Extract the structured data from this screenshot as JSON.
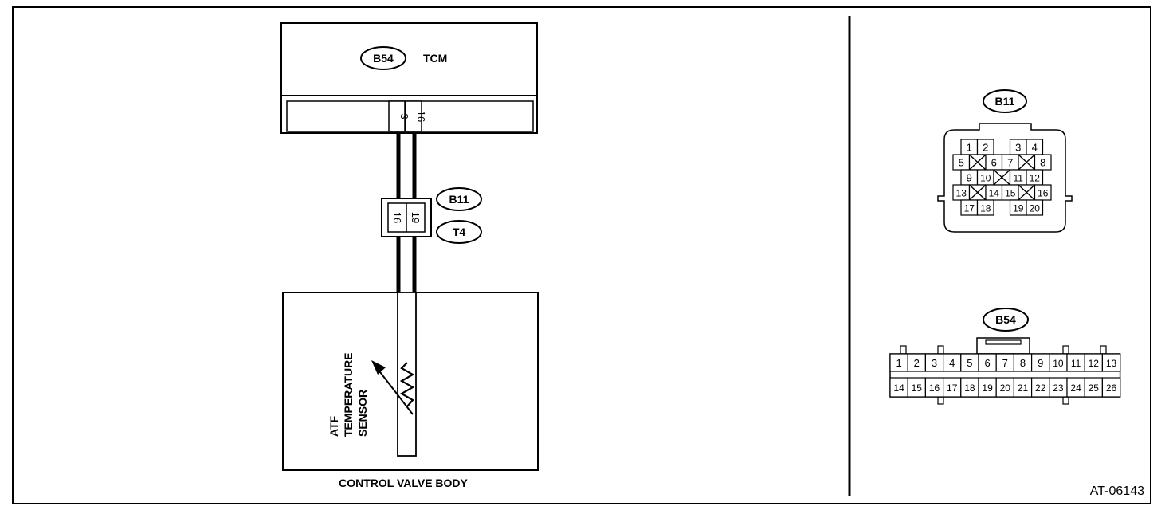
{
  "figure_id": "AT-06143",
  "tcm": {
    "connector": "B54",
    "label": "TCM",
    "pins": [
      "3",
      "16"
    ]
  },
  "joint_connector": {
    "connectors": [
      "B11",
      "T4"
    ],
    "pins": [
      "16",
      "19"
    ]
  },
  "control_valve_body": {
    "label": "CONTROL VALVE BODY",
    "sensor_lines": [
      "ATF",
      "TEMPERATURE",
      "SENSOR"
    ]
  },
  "connector_views": {
    "b11": {
      "id": "B11",
      "rows": [
        [
          "1",
          "2",
          "",
          "3",
          "4"
        ],
        [
          "5",
          "X",
          "6",
          "7",
          "X",
          "8"
        ],
        [
          "9",
          "10",
          "X",
          "11",
          "12"
        ],
        [
          "13",
          "X",
          "14",
          "15",
          "X",
          "16"
        ],
        [
          "17",
          "18",
          "",
          "19",
          "20"
        ]
      ]
    },
    "b54": {
      "id": "B54",
      "top_row": [
        "1",
        "2",
        "3",
        "4",
        "5",
        "6",
        "7",
        "8",
        "9",
        "10",
        "11",
        "12",
        "13"
      ],
      "bottom_row": [
        "14",
        "15",
        "16",
        "17",
        "18",
        "19",
        "20",
        "21",
        "22",
        "23",
        "24",
        "25",
        "26"
      ]
    }
  },
  "colors": {
    "line": "#000000",
    "background": "#ffffff"
  }
}
